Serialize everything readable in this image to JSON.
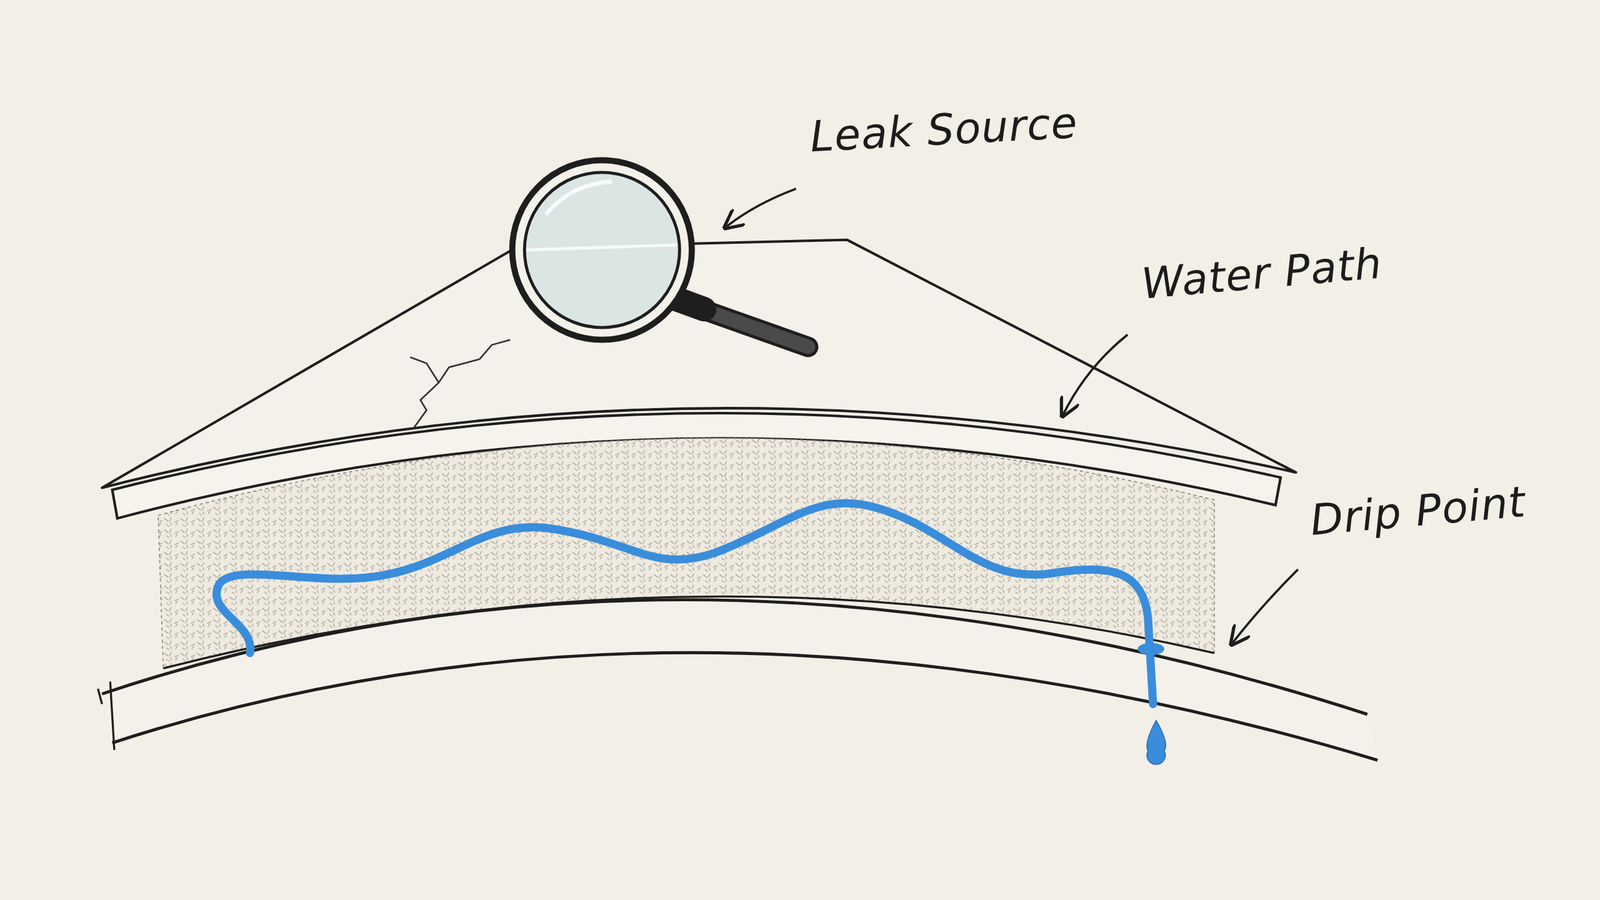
{
  "diagram": {
    "labels": [
      "Leak Source",
      "Water Path",
      "Drip Point"
    ]
  }
}
